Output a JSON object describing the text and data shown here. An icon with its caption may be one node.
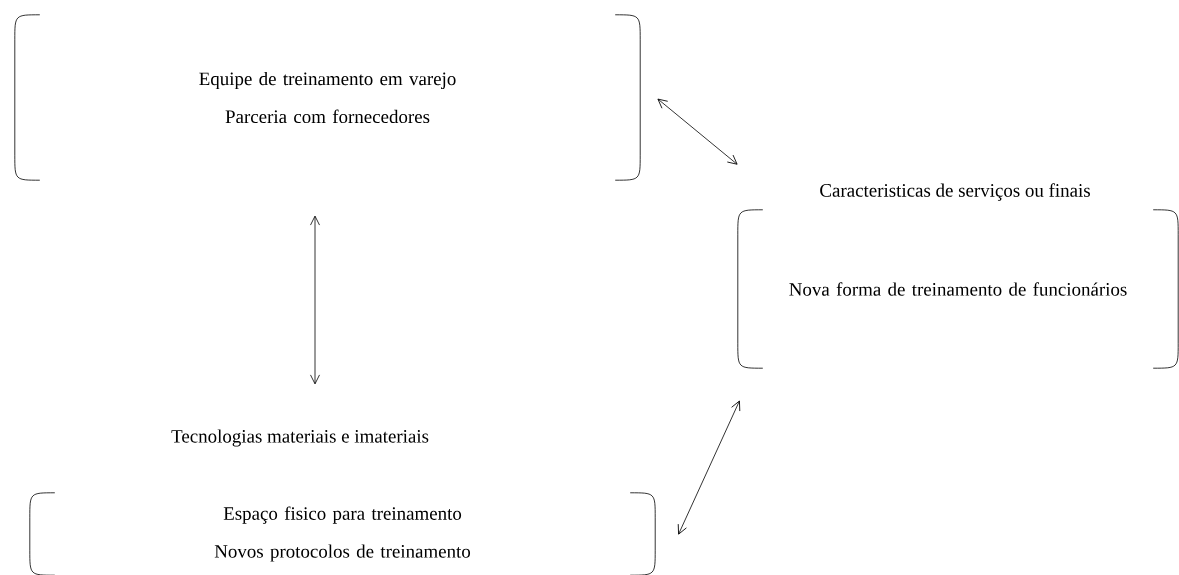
{
  "diagram": {
    "nodes": [
      {
        "text": [
          "Equipe de treinamento em varejo",
          "Parceria com fornecedores"
        ]
      },
      {
        "text": [
          "Caracteristicas de serviços ou finais",
          "Nova forma de treinamento de funcionários"
        ]
      },
      {
        "text": [
          "Tecnologias materiais e imateriais",
          "Espaço fisico para treinamento",
          "Novos protocolos de treinamento"
        ]
      }
    ],
    "edges": [
      {
        "from": 0,
        "to": 1,
        "arrow": "both"
      },
      {
        "from": 0,
        "to": 2,
        "arrow": "both"
      },
      {
        "from": 2,
        "to": 1,
        "arrow": "both"
      }
    ]
  }
}
